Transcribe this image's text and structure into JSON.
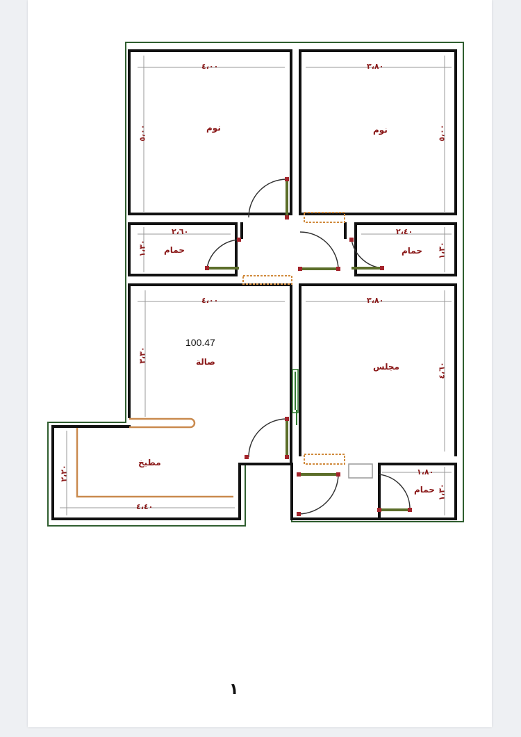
{
  "plan": {
    "total_area": "100.47",
    "rooms": {
      "bedroom_left": "نوم",
      "bedroom_right": "نوم",
      "bath_left": "حمام",
      "bath_right": "حمام",
      "bath_small": "حمام",
      "hall": "صالة",
      "majlis": "مجلس",
      "kitchen": "مطبخ"
    },
    "dimensions": {
      "bed_left_width": "٤،٠٠",
      "bed_right_width": "٣،٨٠",
      "bed_left_height": "٥،٠٠",
      "bed_right_height": "٥،٠٠",
      "bath_left_width": "٢،٦٠",
      "bath_right_width": "٢،٤٠",
      "bath_left_height": "١،٣٠",
      "bath_right_height": "١،٣٠",
      "hall_width": "٤،٠٠",
      "majlis_width": "٣،٨٠",
      "hall_height": "٣،٣٠",
      "majlis_height": "٤،٦٠",
      "kitchen_height": "٢،٢٠",
      "kitchen_width": "٤،٤٠",
      "bath_small_width": "١،٨٠",
      "bath_small_height": "١،٣٠"
    },
    "page_number": "١"
  }
}
